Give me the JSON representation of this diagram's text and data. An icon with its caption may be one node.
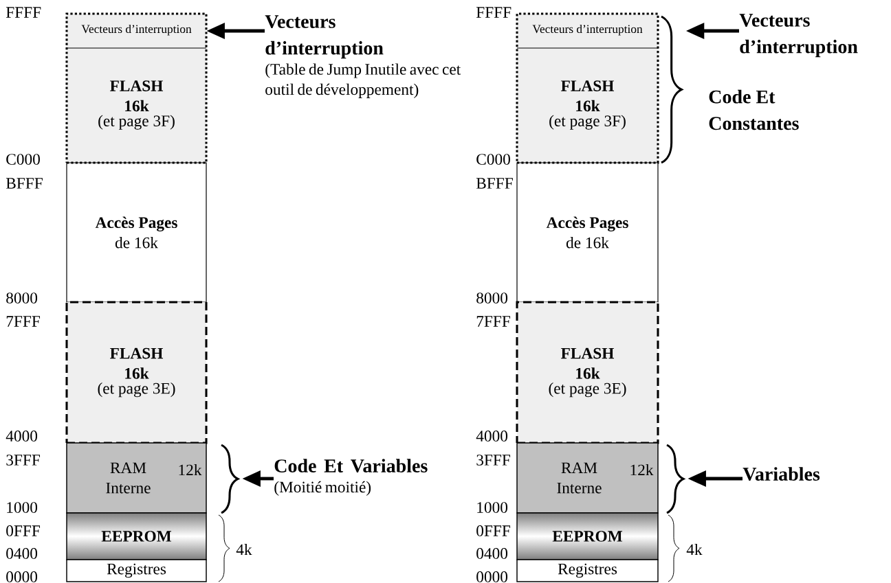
{
  "diagram": {
    "nodes": [
      {
        "text": [
          "Vecteurs d’interruption"
        ],
        "in": 1
      },
      {
        "text": [
          "FLASH 16k",
          "(et page 3F)"
        ]
      },
      {
        "text": [
          "Accès Pages",
          "de 16k"
        ]
      },
      {
        "text": [
          "FLASH 16k",
          "(et page 3E)"
        ]
      },
      {
        "text": [
          "RAM Interne",
          "12k"
        ]
      },
      {
        "text": [
          "EEPROM"
        ]
      },
      {
        "text": [
          "Registres"
        ]
      },
      {
        "text": [
          "Vecteurs d’interruption",
          "(Table de Jump Inutile avec cet outil de développement)"
        ]
      },
      {
        "text": [
          "Code Et Variables",
          "(Moitié moitié)"
        ]
      },
      {
        "text": [
          "Vecteurs d’interruption"
        ],
        "in": 10
      },
      {
        "text": [
          "FLASH 16k",
          "(et page 3F)"
        ]
      },
      {
        "text": [
          "Accès Pages",
          "de 16k"
        ]
      },
      {
        "text": [
          "FLASH 16k",
          "(et page 3E)"
        ]
      },
      {
        "text": [
          "RAM Interne",
          "12k"
        ]
      },
      {
        "text": [
          "EEPROM"
        ]
      },
      {
        "text": [
          "Registres"
        ]
      },
      {
        "text": [
          "Vecteurs d’interruption"
        ]
      },
      {
        "text": [
          "Variables"
        ]
      },
      {
        "text": [],
        "shape": "bracket"
      },
      {
        "text": [],
        "shape": "bracket"
      },
      {
        "text": [],
        "shape": "bracket"
      }
    ],
    "edges": [
      {
        "from": 7,
        "to": 0,
        "arrow": "to"
      },
      {
        "from": 8,
        "to": 18,
        "arrow": "to"
      },
      {
        "from": 16,
        "to": 19,
        "arrow": "to"
      },
      {
        "from": 17,
        "to": 20,
        "arrow": "to"
      }
    ],
    "labels": [
      "FFFF",
      "C000",
      "BFFF",
      "8000",
      "7FFF",
      "4000",
      "3FFF",
      "1000",
      "0FFF",
      "0400",
      "0000",
      "4k",
      "FFFF",
      "C000",
      "BFFF",
      "8000",
      "7FFF",
      "4000",
      "3FFF",
      "1000",
      "0FFF",
      "0400",
      "0000",
      "Code Et Constantes",
      "4k"
    ]
  }
}
